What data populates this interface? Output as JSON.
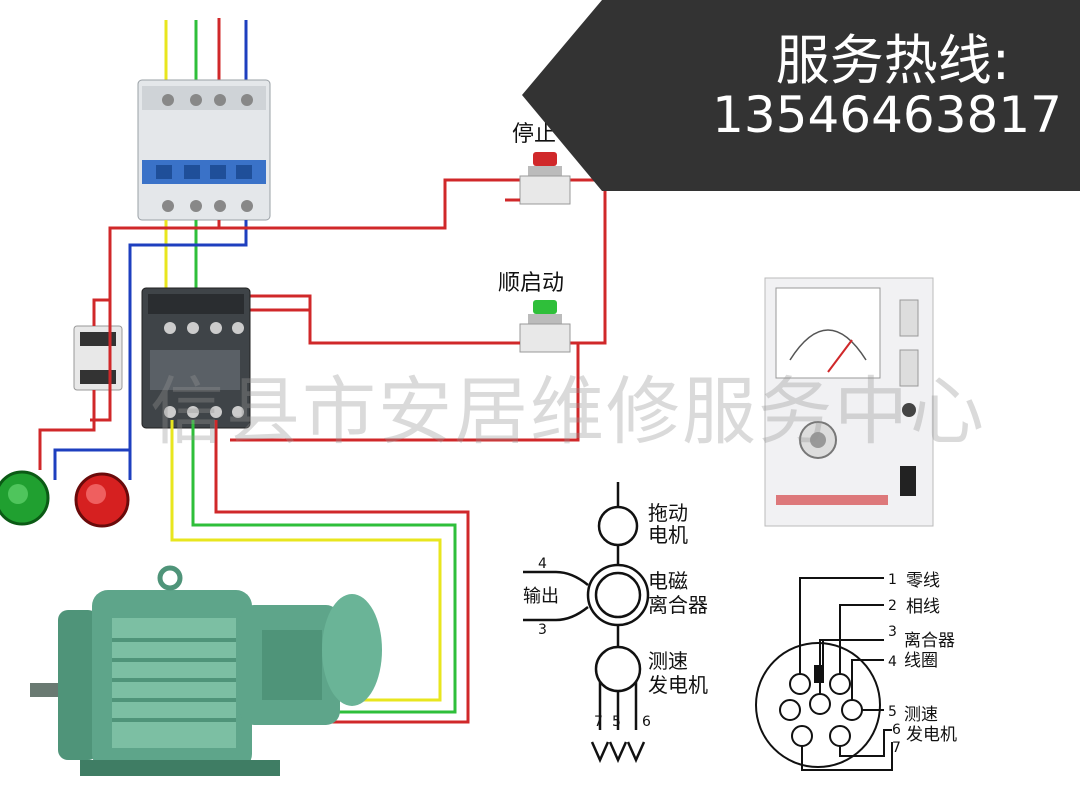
{
  "banner": {
    "line1": "服务热线:",
    "line2": "13546463817"
  },
  "watermark": "信县市安居维修服务中心",
  "buttons": {
    "stop_label": "停止",
    "start_label": "顺启动"
  },
  "schematic": {
    "drag_motor": [
      "拖动",
      "电机"
    ],
    "clutch": [
      "电磁",
      "离合器"
    ],
    "tacho": [
      "测速",
      "发电机"
    ],
    "output_label": "输出",
    "pin_4": "4",
    "pin_3": "3",
    "pins_bottom": [
      "7",
      "5",
      "6"
    ]
  },
  "socket": {
    "pins": [
      {
        "num": "1",
        "label": "零线"
      },
      {
        "num": "2",
        "label": "相线"
      },
      {
        "num": "3",
        "label": "离合器"
      },
      {
        "num": "4",
        "label": "线圈"
      },
      {
        "num": "5",
        "label": "测速"
      },
      {
        "num": "6",
        "label": "发电机"
      },
      {
        "num": "7",
        "label": ""
      }
    ]
  },
  "colors": {
    "wire_red": "#d0282a",
    "wire_blue": "#1e3fbf",
    "wire_green": "#2fbf3a",
    "wire_yellow": "#e8e61e",
    "motor_green": "#5ea58a",
    "banner_bg": "#333333"
  }
}
